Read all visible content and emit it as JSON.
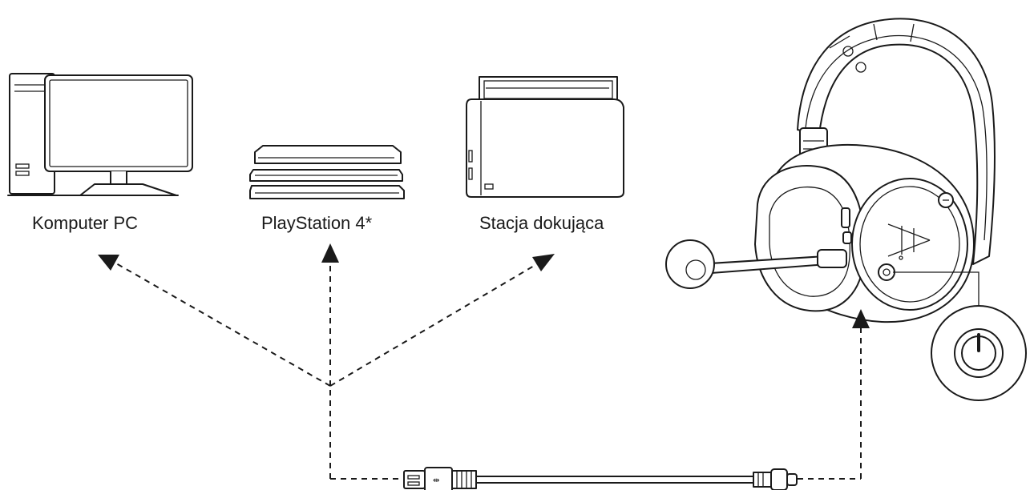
{
  "devices": {
    "pc": {
      "label": "Komputer PC",
      "icon": "desktop-pc-icon"
    },
    "ps4": {
      "label": "PlayStation 4*",
      "icon": "game-console-icon"
    },
    "dock": {
      "label": "Stacja dokująca",
      "icon": "docking-station-icon"
    }
  },
  "headset": {
    "icon": "headset-icon",
    "power_button_icon": "power-icon"
  },
  "cable": {
    "icon": "usb-cable-icon",
    "type": "USB-A to USB-C"
  },
  "colors": {
    "line": "#1a1a1a",
    "background": "#ffffff"
  }
}
